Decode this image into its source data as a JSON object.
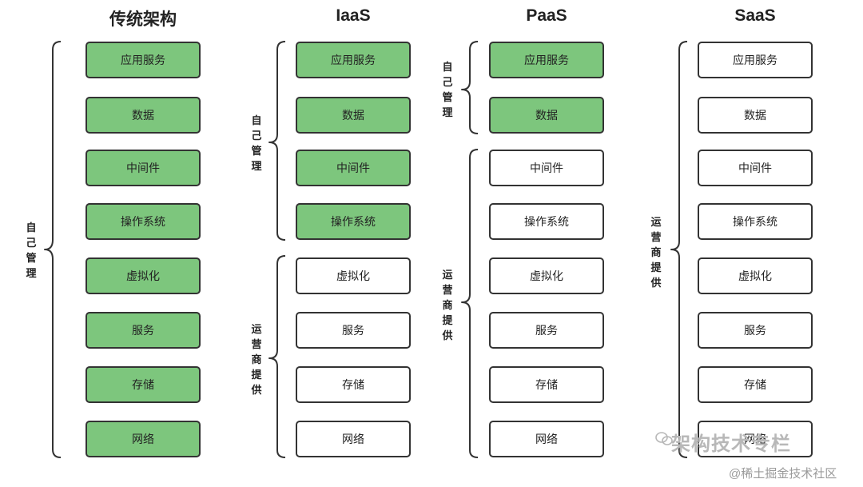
{
  "columns": {
    "traditional": {
      "title": "传统架构",
      "self_label": "自己管理",
      "items": [
        "应用服务",
        "数据",
        "中间件",
        "操作系统",
        "虚拟化",
        "服务",
        "存储",
        "网络"
      ]
    },
    "iaas": {
      "title": "IaaS",
      "self_label": "自己管理",
      "provider_label": "运营商提供",
      "items": [
        "应用服务",
        "数据",
        "中间件",
        "操作系统",
        "虚拟化",
        "服务",
        "存储",
        "网络"
      ]
    },
    "paas": {
      "title": "PaaS",
      "self_label": "自己管理",
      "provider_label": "运营商提供",
      "items": [
        "应用服务",
        "数据",
        "中间件",
        "操作系统",
        "虚拟化",
        "服务",
        "存储",
        "网络"
      ]
    },
    "saas": {
      "title": "SaaS",
      "provider_label": "运营商提供",
      "items": [
        "应用服务",
        "数据",
        "中间件",
        "操作系统",
        "虚拟化",
        "服务",
        "存储",
        "网络"
      ]
    }
  },
  "colors": {
    "self_managed": "#7dc67d",
    "provider": "#ffffff",
    "border": "#333333"
  },
  "watermark": {
    "text": "架构技术专栏",
    "icon": "wechat-icon"
  },
  "credit": "@稀土掘金技术社区"
}
